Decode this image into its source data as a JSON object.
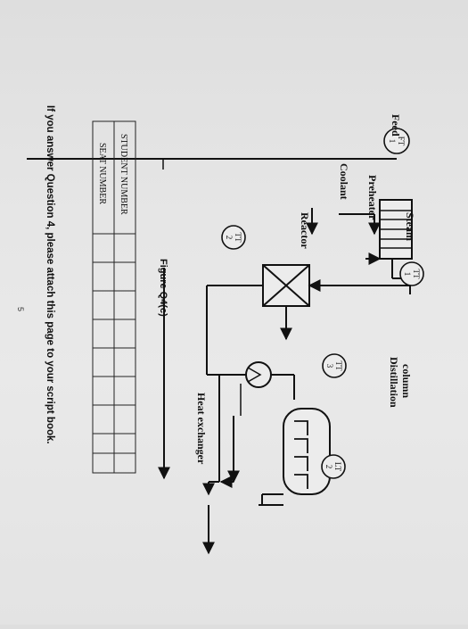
{
  "diagram": {
    "labels": {
      "feed": "Feed",
      "steam": "Steam",
      "preheater": "Preheater",
      "coolant": "Coolant",
      "reactor": "Reactor",
      "distillation_column": [
        "Distillation",
        "column"
      ],
      "heat_exchanger": "Heat exchanger"
    },
    "instruments": {
      "ft1": [
        "FT",
        "1"
      ],
      "tt1": [
        "TT",
        "1"
      ],
      "tt2": [
        "TT",
        "2"
      ],
      "tt3": [
        "TT",
        "3"
      ],
      "lt2": [
        "LT",
        "2"
      ]
    },
    "figure_caption": "Figure Q4(c)"
  },
  "table": {
    "rows": [
      "STUDENT NUMBER",
      "SEAT NUMBER"
    ]
  },
  "footer": {
    "instruction": "If you answer Question 4, please attach this page to your script book.",
    "page_number": "5"
  }
}
